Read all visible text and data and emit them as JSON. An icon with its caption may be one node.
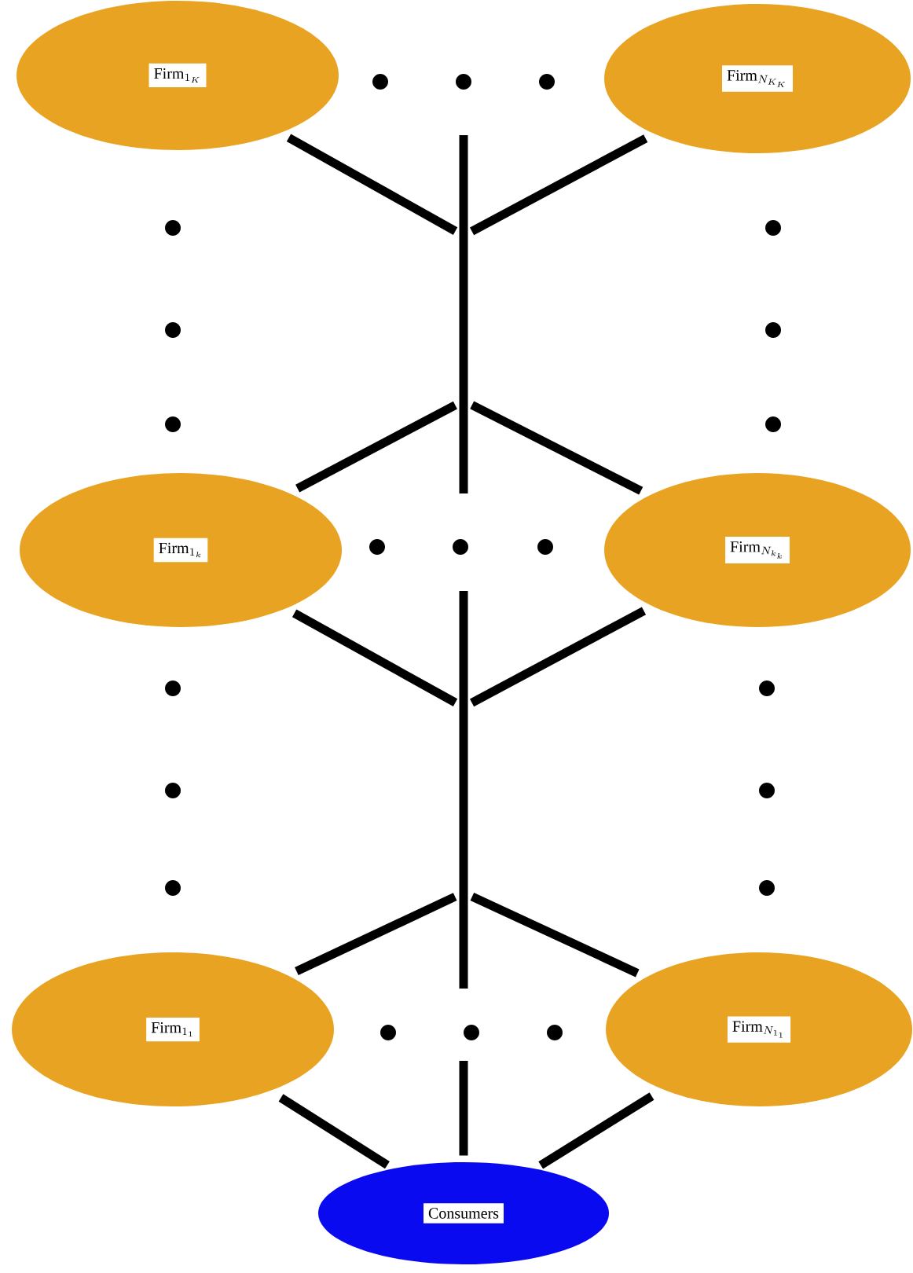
{
  "diagram": {
    "nodes": [
      {
        "text": [
          "\\mathrm{Firm}_{1_K}"
        ]
      },
      {
        "text": [
          "\\mathrm{Firm}_{N_{K_K}}"
        ]
      },
      {
        "text": [
          "\\mathrm{Firm}_{1_k}"
        ]
      },
      {
        "text": [
          "\\mathrm{Firm}_{N_{k_k}}"
        ]
      },
      {
        "text": [
          "\\mathrm{Firm}_{1_1}"
        ]
      },
      {
        "text": [
          "\\mathrm{Firm}_{N_{1_1}}"
        ]
      },
      {
        "text": [
          "\\mathrm{Consumers}"
        ]
      }
    ],
    "edges": [
      {
        "from": 0,
        "to": 2,
        "arrow": "none"
      },
      {
        "from": 0,
        "to": 3,
        "arrow": "none"
      },
      {
        "from": 1,
        "to": 2,
        "arrow": "none"
      },
      {
        "from": 1,
        "to": 3,
        "arrow": "none"
      },
      {
        "from": 2,
        "to": 4,
        "arrow": "none"
      },
      {
        "from": 2,
        "to": 5,
        "arrow": "none"
      },
      {
        "from": 3,
        "to": 4,
        "arrow": "none"
      },
      {
        "from": 3,
        "to": 5,
        "arrow": "none"
      },
      {
        "from": 4,
        "to": 6,
        "arrow": "none"
      },
      {
        "from": 5,
        "to": 6,
        "arrow": "none"
      },
      {
        "from": null,
        "to": 6,
        "arrow": "none"
      }
    ]
  }
}
